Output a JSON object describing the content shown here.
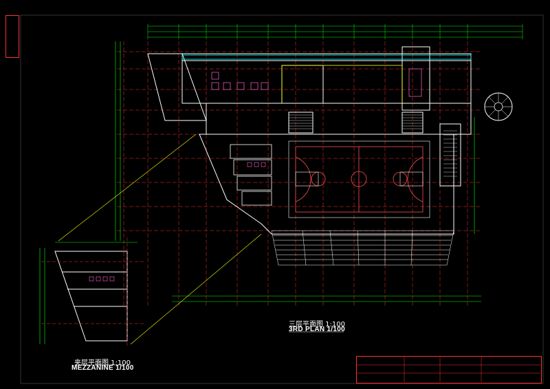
{
  "drawing": {
    "main_plan": {
      "title_cn": "三层平面图  1:100",
      "title_en": "3RD PLAN  1/100"
    },
    "mezzanine_plan": {
      "title_cn": "夹层平面图  1:100",
      "title_en": "MEZZANINE  1/100"
    }
  },
  "colors": {
    "background": "#000000",
    "grid_axis": "#ff3030",
    "walls": "#ffffff",
    "dimensions": "#00ff00",
    "furniture": "#ff66cc",
    "court": "#ff5050",
    "callouts": "#ffff00",
    "title_block": "#ff3030"
  }
}
